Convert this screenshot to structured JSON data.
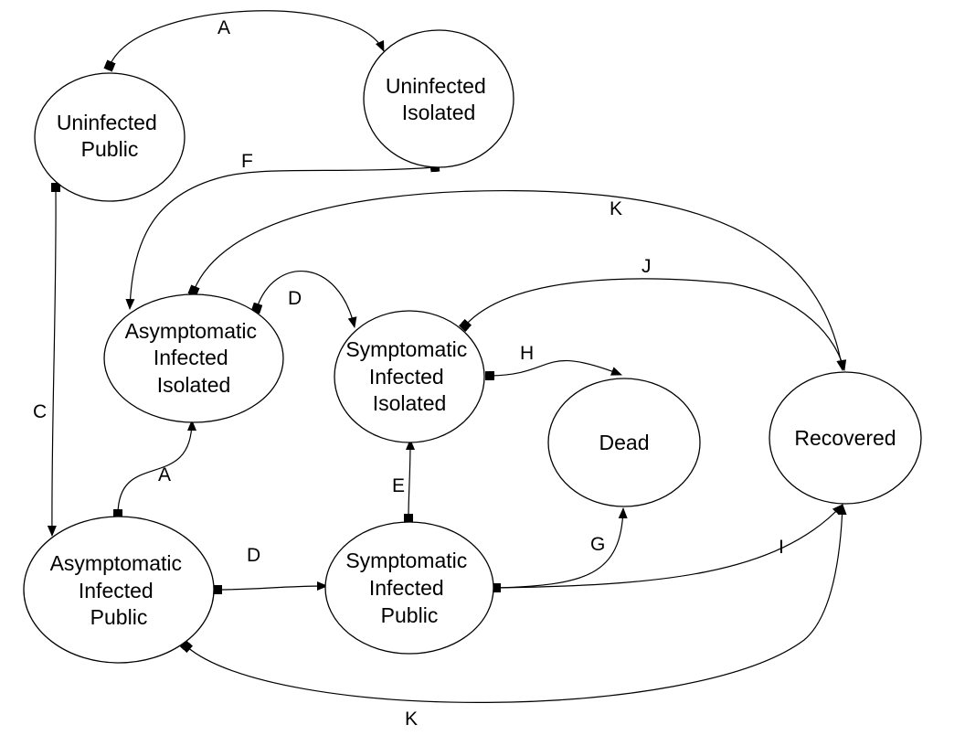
{
  "nodes": {
    "uninfected_public": {
      "lines": [
        "Uninfected",
        "Public"
      ]
    },
    "uninfected_isolated": {
      "lines": [
        "Uninfected",
        "Isolated"
      ]
    },
    "asymptomatic_infected_isolated": {
      "lines": [
        "Asymptomatic",
        "Infected",
        "Isolated"
      ]
    },
    "symptomatic_infected_isolated": {
      "lines": [
        "Symptomatic",
        "Infected",
        "Isolated"
      ]
    },
    "dead": {
      "lines": [
        "Dead"
      ]
    },
    "recovered": {
      "lines": [
        "Recovered"
      ]
    },
    "asymptomatic_infected_public": {
      "lines": [
        "Asymptomatic",
        "Infected",
        "Public"
      ]
    },
    "symptomatic_infected_public": {
      "lines": [
        "Symptomatic",
        "Infected",
        "Public"
      ]
    }
  },
  "edges": [
    {
      "id": "a_top",
      "label": "A",
      "from": "uninfected_public",
      "to": "uninfected_isolated"
    },
    {
      "id": "f",
      "label": "F",
      "from": "uninfected_isolated",
      "to": "asymptomatic_infected_isolated"
    },
    {
      "id": "c",
      "label": "C",
      "from": "uninfected_public",
      "to": "asymptomatic_infected_public"
    },
    {
      "id": "k_top",
      "label": "K",
      "from": "asymptomatic_infected_isolated",
      "to": "recovered"
    },
    {
      "id": "j",
      "label": "J",
      "from": "symptomatic_infected_isolated",
      "to": "recovered"
    },
    {
      "id": "d_top",
      "label": "D",
      "from": "asymptomatic_infected_isolated",
      "to": "symptomatic_infected_isolated"
    },
    {
      "id": "h",
      "label": "H",
      "from": "symptomatic_infected_isolated",
      "to": "dead"
    },
    {
      "id": "a_bottom",
      "label": "A",
      "from": "asymptomatic_infected_public",
      "to": "asymptomatic_infected_isolated"
    },
    {
      "id": "e",
      "label": "E",
      "from": "symptomatic_infected_public",
      "to": "symptomatic_infected_isolated"
    },
    {
      "id": "d_bottom",
      "label": "D",
      "from": "asymptomatic_infected_public",
      "to": "symptomatic_infected_public"
    },
    {
      "id": "g",
      "label": "G",
      "from": "symptomatic_infected_public",
      "to": "dead"
    },
    {
      "id": "i",
      "label": "I",
      "from": "symptomatic_infected_public",
      "to": "recovered"
    },
    {
      "id": "k_bottom",
      "label": "K",
      "from": "asymptomatic_infected_public",
      "to": "recovered"
    }
  ]
}
